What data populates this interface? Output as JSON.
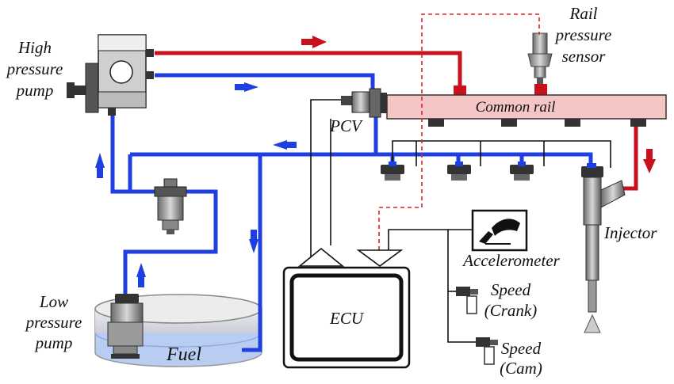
{
  "labels": {
    "high_pressure_pump": [
      "High",
      "pressure",
      "pump"
    ],
    "rail_pressure_sensor": [
      "Rail",
      "pressure",
      "sensor"
    ],
    "common_rail": "Common rail",
    "pcv": "PCV",
    "injector": "Injector",
    "accelerometer": "Accelerometer",
    "speed_crank": [
      "Speed",
      "(Crank)"
    ],
    "speed_cam": [
      "Speed",
      "(Cam)"
    ],
    "ecu": "ECU",
    "low_pressure_pump": [
      "Low",
      "pressure",
      "pump"
    ],
    "fuel": "Fuel"
  },
  "colors": {
    "high_pressure_line": "#c8101e",
    "low_pressure_line": "#1f3fe0",
    "signal_wire": "#111111",
    "sensor_wire": "#e0202a",
    "rail_fill": "#f4c6c6",
    "fuel_fill": "#b9cdf2"
  }
}
